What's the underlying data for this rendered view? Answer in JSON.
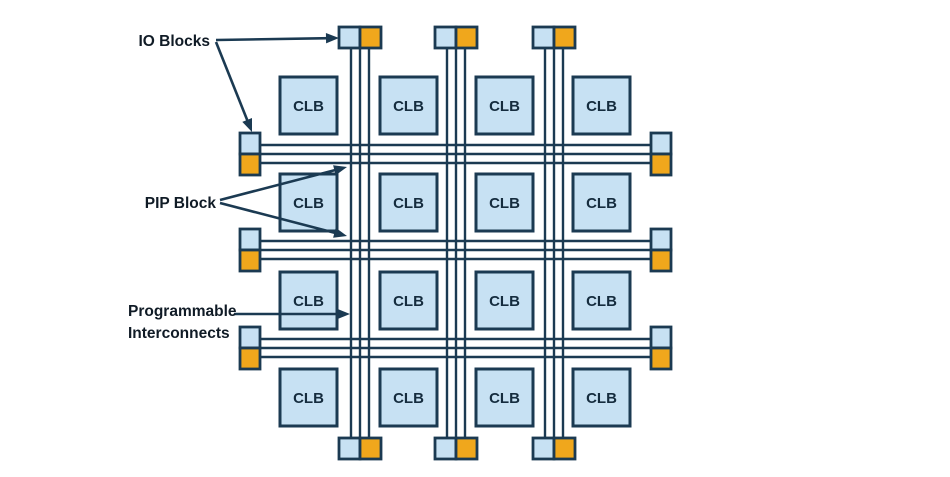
{
  "diagram": {
    "type": "fpga-architecture",
    "annotations": {
      "io_blocks": "IO Blocks",
      "pip_block": "PIP Block",
      "programmable_line1": "Programmable",
      "programmable_line2": "Interconnects"
    },
    "clb": {
      "label": "CLB",
      "rows": 4,
      "cols": 4,
      "count": 16
    },
    "io_pairs": {
      "top_count": 3,
      "bottom_count": 3,
      "left_count": 3,
      "right_count": 3,
      "squares_per_pair": 2
    },
    "wires_per_channel": 3,
    "vertical_channels": 3,
    "horizontal_channels": 3,
    "colors": {
      "background": "#ffffff",
      "block_fill_blue": "#c7e1f3",
      "io_orange": "#f0a71c",
      "stroke_navy": "#1b3a52",
      "label_text": "#101b26",
      "clb_text": "#152c3e"
    }
  }
}
